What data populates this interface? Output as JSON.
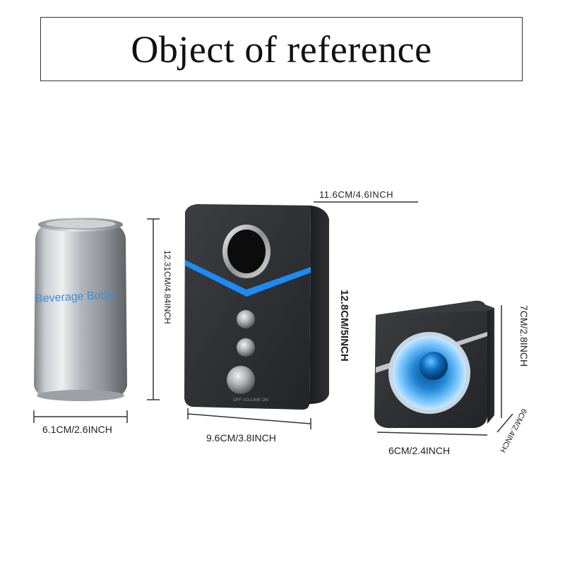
{
  "title": "Object of reference",
  "can": {
    "label": "Beverage Bottle",
    "width_label": "6.1CM/2.6INCH",
    "height_label": "12.31CM/4.84INCH"
  },
  "subwoofer": {
    "depth_label": "11.6CM/4.6INCH",
    "height_label": "12.8CM/5INCH",
    "width_label": "9.6CM/3.8INCH",
    "panel_text": "OFF VOLUME ON",
    "accent_color": "#1e8fff"
  },
  "satellite": {
    "height_label": "7CM/2.8INCH",
    "width_label": "6CM/2.4INCH",
    "depth_label": "6CM/2.4INCH",
    "cone_color": "#2a9be8"
  }
}
